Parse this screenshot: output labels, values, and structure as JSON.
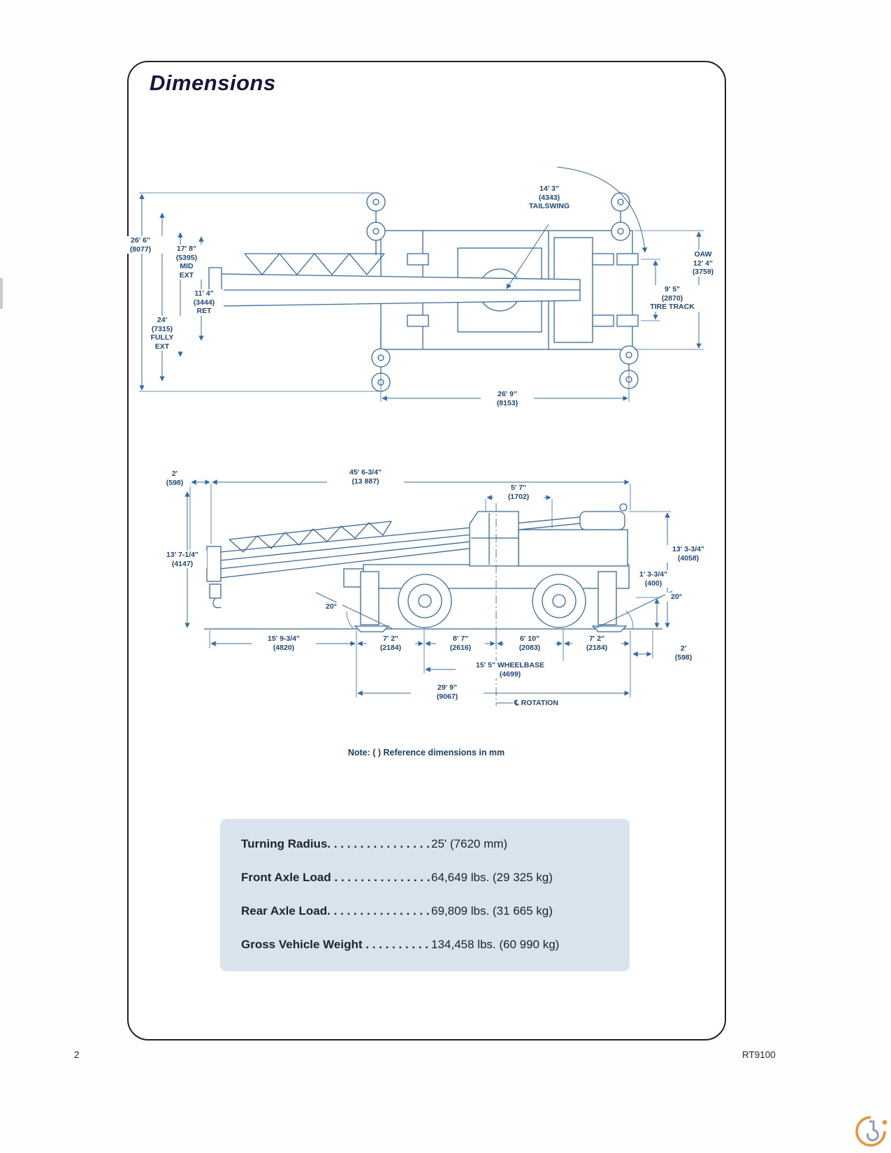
{
  "page": {
    "title": "Dimensions",
    "note": "Note: ( ) Reference dimensions in mm",
    "page_number": "2",
    "model": "RT9100"
  },
  "colors": {
    "drawing_blue": "#2f6cb2",
    "label_blue": "#1b4785",
    "title_navy": "#15153d",
    "frame_border": "#1f1f2e",
    "spec_box_bg": "#d8e3ee",
    "logo_orange": "#ee8a1f"
  },
  "top_view": {
    "labels": {
      "tailswing": "14' 3\"\n(4343)\nTAILSWING",
      "dim_26_6": "26' 6\"\n(8077)",
      "dim_17_8_mid_ext": "17' 8\"\n(5395)\nMID\nEXT",
      "dim_11_4_ret": "11' 4\"\n(3444)\nRET",
      "dim_24_fully_ext": "24'\n(7315)\nFULLY\nEXT",
      "oaw": "OAW\n12' 4\"\n(3759)",
      "tire_track": "9' 5\"\n(2870)\nTIRE TRACK",
      "dim_26_9": "26' 9\"\n(8153)"
    }
  },
  "side_view": {
    "labels": {
      "dim_2_front": "2'\n(598)",
      "dim_45_6": "45' 6-3/4\"\n(13 887)",
      "dim_5_7": "5' 7\"\n(1702)",
      "dim_13_7": "13' 7-1/4\"\n(4147)",
      "dim_13_3": "13' 3-3/4\"\n(4058)",
      "dim_1_3": "1' 3-3/4\"\n(400)",
      "angle_rear_20": "20°",
      "angle_front_20": "20°",
      "dim_15_9": "15' 9-3/4\"\n(4820)",
      "dim_7_2_front": "7' 2\"\n(2184)",
      "dim_8_7": "8' 7\"\n(2616)",
      "dim_6_10": "6' 10\"\n(2083)",
      "dim_7_2_rear": "7' 2\"\n(2184)",
      "dim_2_rear": "2'\n(598)",
      "wheelbase_15_5": "15' 5\" WHEELBASE\n(4699)",
      "dim_29_9": "29' 9\"\n(9067)",
      "rotation_centerline": "℄ ROTATION"
    }
  },
  "spec": {
    "rows": [
      {
        "label": "Turning Radius",
        "dots": ". . . . . . . . . . . . . . . . .",
        "value": "25' (7620 mm)"
      },
      {
        "label": "Front Axle Load ",
        "dots": ". . . . . . . . . . . . . . . .",
        "value": "64,649 lbs. (29 325 kg)"
      },
      {
        "label": "Rear Axle Load",
        "dots": ". . . . . . . . . . . . . . . . .",
        "value": "69,809 lbs. (31 665 kg)"
      },
      {
        "label": "Gross Vehicle Weight ",
        "dots": ". . . . . . . . . . . .",
        "value": "134,458 lbs. (60 990 kg)"
      }
    ]
  }
}
